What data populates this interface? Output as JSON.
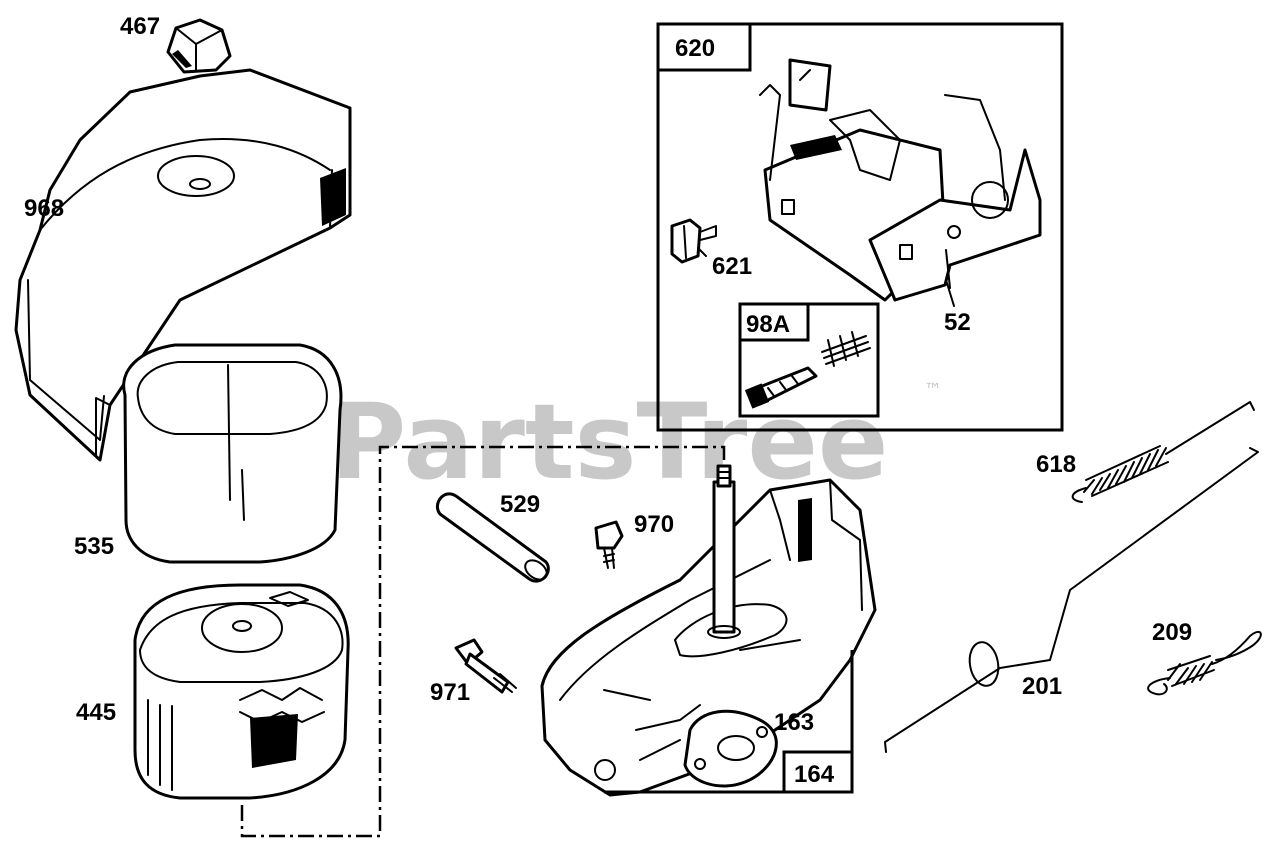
{
  "watermark": {
    "text": "PartsTree",
    "trademark": "™"
  },
  "callouts": {
    "c467": "467",
    "c968": "968",
    "c535": "535",
    "c445": "445",
    "c620": "620",
    "c621": "621",
    "c52": "52",
    "c98a": "98A",
    "c529": "529",
    "c970": "970",
    "c971": "971",
    "c163": "163",
    "c164": "164",
    "c618": "618",
    "c209": "209",
    "c201": "201"
  }
}
